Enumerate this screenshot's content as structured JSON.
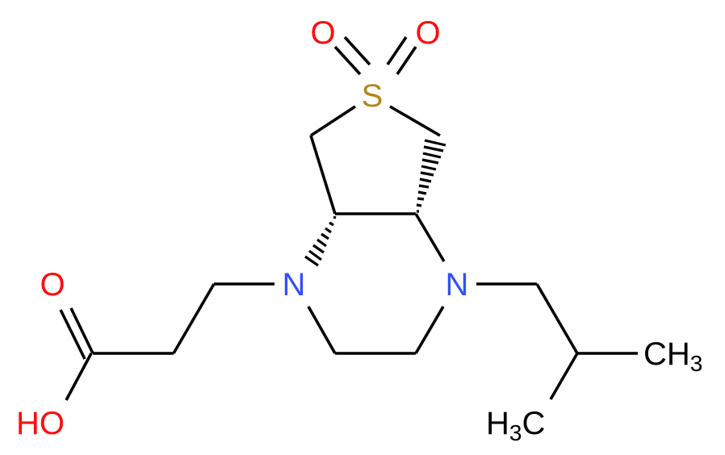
{
  "diagram": {
    "type": "chemical-structure",
    "colors": {
      "bond": "#000000",
      "oxygen": "#ff0d0d",
      "nitrogen": "#3050f8",
      "sulfur": "#b2861f",
      "carbon": "#000000"
    },
    "atoms": {
      "o_sulfone_left": "O",
      "o_sulfone_right": "O",
      "sulfur": "S",
      "n_left": "N",
      "n_right": "N",
      "o_carbonyl": "O",
      "hydroxyl": {
        "main": "HO"
      },
      "methyl_right": {
        "main": "CH",
        "sub": "3"
      },
      "methyl_left": {
        "h": "H",
        "sub": "3",
        "c": "C"
      }
    }
  }
}
